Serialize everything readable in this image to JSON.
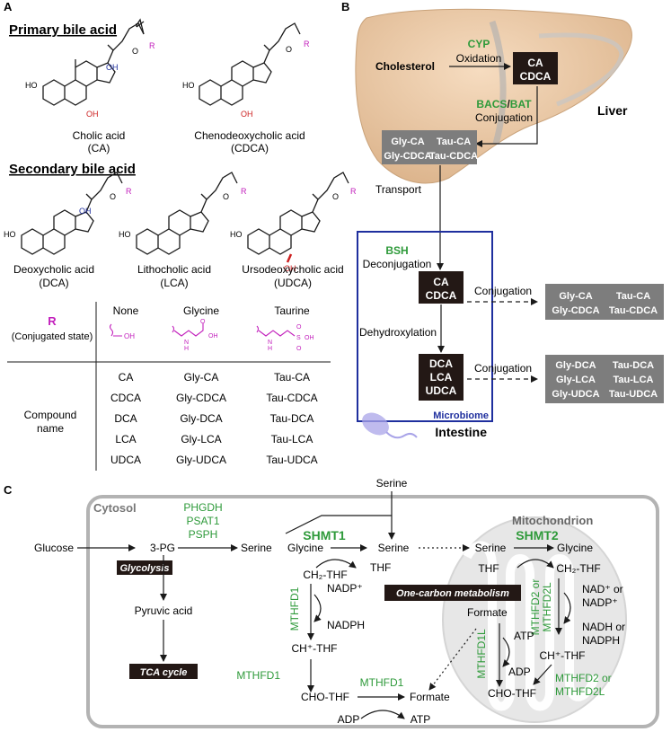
{
  "panels": {
    "a": "A",
    "b": "B",
    "c": "C"
  },
  "panel_a": {
    "primary_title": "Primary bile acid",
    "secondary_title": "Secondary bile acid",
    "struct_r": "R",
    "struct_o": "O",
    "struct_ho": "HO",
    "struct_oh": "OH",
    "structures": [
      {
        "name": "Cholic acid",
        "abbr": "(CA)"
      },
      {
        "name": "Chenodeoxycholic acid",
        "abbr": "(CDCA)"
      },
      {
        "name": "Deoxycholic acid",
        "abbr": "(DCA)"
      },
      {
        "name": "Lithocholic acid",
        "abbr": "(LCA)"
      },
      {
        "name": "Ursodeoxycholic acid",
        "abbr": "(UDCA)"
      }
    ],
    "table": {
      "r_label": "R",
      "r_sub": "(Conjugated state)",
      "columns": [
        "None",
        "Glycine",
        "Taurine"
      ],
      "r_none": "OH",
      "r_gly": [
        "N",
        "H",
        "O",
        "OH"
      ],
      "r_tau": [
        "N",
        "H",
        "S",
        "O",
        "O",
        "OH"
      ],
      "compound_label_1": "Compound",
      "compound_label_2": "name",
      "rows": [
        [
          "CA",
          "Gly-CA",
          "Tau-CA"
        ],
        [
          "CDCA",
          "Gly-CDCA",
          "Tau-CDCA"
        ],
        [
          "DCA",
          "Gly-DCA",
          "Tau-DCA"
        ],
        [
          "LCA",
          "Gly-LCA",
          "Tau-LCA"
        ],
        [
          "UDCA",
          "Gly-UDCA",
          "Tau-UDCA"
        ]
      ]
    }
  },
  "panel_b": {
    "cholesterol": "Cholesterol",
    "cyp": "CYP",
    "oxidation": "Oxidation",
    "box_ca": "CA",
    "box_cdca": "CDCA",
    "bacs": "BACS",
    "slash": "/",
    "bat": "BAT",
    "conjugation": "Conjugation",
    "liver": "Liver",
    "gly_ca": "Gly-CA",
    "tau_ca": "Tau-CA",
    "gly_cdca": "Gly-CDCA",
    "tau_cdca": "Tau-CDCA",
    "transport": "Transport",
    "bsh": "BSH",
    "deconjugation": "Deconjugation",
    "dehydroxylation": "Dehydroxylation",
    "box_dca": "DCA",
    "box_lca": "LCA",
    "box_udca": "UDCA",
    "microbiome": "Microbiome",
    "intestine": "Intestine",
    "conj1": "Conjugation",
    "conj2": "Conjugation",
    "out1": [
      "Gly-CA",
      "Tau-CA",
      "Gly-CDCA",
      "Tau-CDCA"
    ],
    "out2": [
      "Gly-DCA",
      "Tau-DCA",
      "Gly-LCA",
      "Tau-LCA",
      "Gly-UDCA",
      "Tau-UDCA"
    ]
  },
  "panel_c": {
    "cytosol": "Cytosol",
    "mitochondrion": "Mitochondrion",
    "serine_top": "Serine",
    "enzymes_top": [
      "PHGDH",
      "PSAT1",
      "PSPH"
    ],
    "glucose": "Glucose",
    "pg3": "3-PG",
    "glycolysis": "Glycolysis",
    "serine_mid": "Serine",
    "pyruvic": "Pyruvic acid",
    "tca": "TCA cycle",
    "shmt1": "SHMT1",
    "glycine1": "Glycine",
    "serine_c": "Serine",
    "ch2thf_c": "CH₂-THF",
    "thf_c": "THF",
    "mthfd1_a": "MTHFD1",
    "nadp_c": "NADP⁺",
    "nadph_c": "NADPH",
    "chthf_c": "CH⁺-THF",
    "mthfd1_b": "MTHFD1",
    "chothf_c": "CHO-THF",
    "mthfd1_c": "MTHFD1",
    "formate_c": "Formate",
    "adp_c": "ADP",
    "atp_c": "ATP",
    "one_carbon": "One-carbon metabolism",
    "serine_m": "Serine",
    "shmt2": "SHMT2",
    "glycine_m": "Glycine",
    "thf_m": "THF",
    "ch2thf_m": "CH₂-THF",
    "formate_m": "Formate",
    "mthfd2_or": [
      "MTHFD2 or",
      "MTHFD2L"
    ],
    "nad_or": [
      "NAD⁺ or",
      "NADP⁺"
    ],
    "nadh_or": [
      "NADH or",
      "NADPH"
    ],
    "mthfd1l": "MTHFD1L",
    "atp_m": "ATP",
    "adp_m": "ADP",
    "chthf_m": "CH⁺-THF",
    "chothf_m": "CHO-THF",
    "mthfd2_or_b": [
      "MTHFD2 or",
      "MTHFD2L"
    ]
  },
  "colors": {
    "green": "#2e9a3a",
    "magenta": "#c21fbc",
    "blue": "#1f2f9e",
    "red": "#cc1f1f",
    "dark_box": "#231815",
    "gray_box": "#7d7d7d"
  }
}
